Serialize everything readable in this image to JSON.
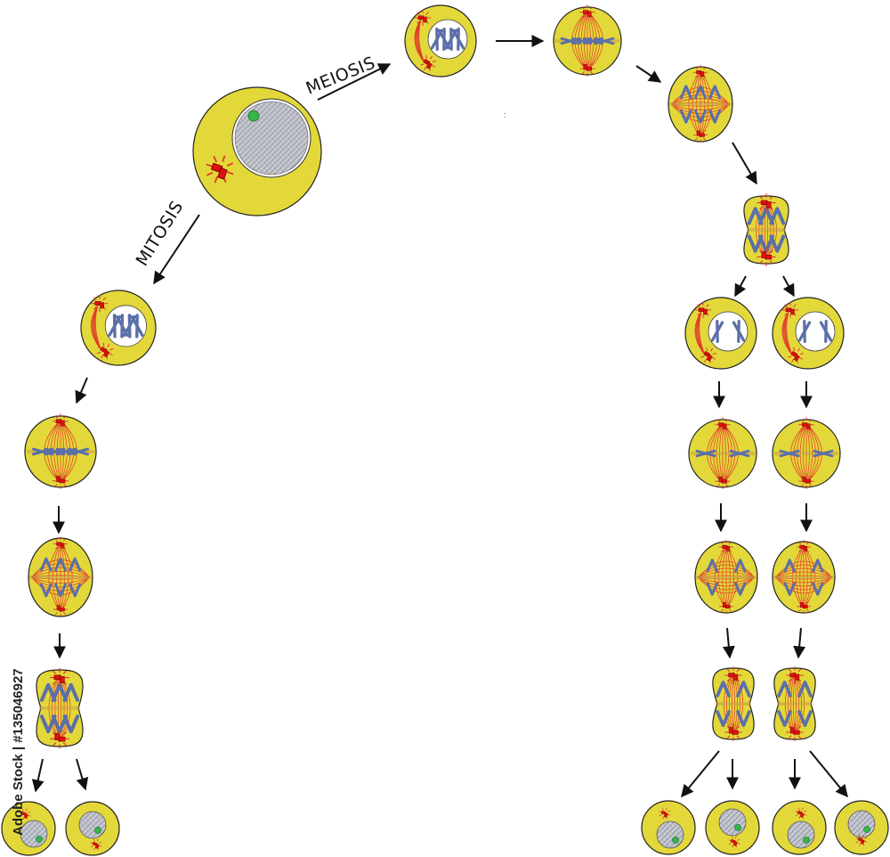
{
  "labels": {
    "mitosis": "MITOSIS",
    "meiosis": "MEIOSIS"
  },
  "watermark": {
    "text": "Adobe Stock | #135046927"
  },
  "colors": {
    "cell_fill": "#e3d83a",
    "cell_stroke": "#222222",
    "nucleus_fill": "#c8cad2",
    "chromosome": "#5b6fa8",
    "spindle": "#e23a2a",
    "centrosome": "#e01010",
    "nucleolus": "#34b64a",
    "plate": "#c9a24a"
  },
  "stages": {
    "parent_cell": "interphase",
    "mitosis": [
      "prophase",
      "metaphase",
      "anaphase",
      "telophase",
      "daughter-cells"
    ],
    "meiosis_1": [
      "prophase-1",
      "metaphase-1",
      "anaphase-1",
      "telophase-1"
    ],
    "meiosis_2": [
      "prophase-2",
      "metaphase-2",
      "anaphase-2",
      "telophase-2",
      "daughter-cells"
    ]
  }
}
